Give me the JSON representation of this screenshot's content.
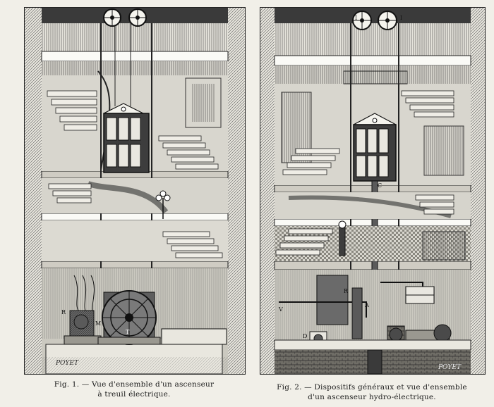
{
  "figures": [
    {
      "caption_line1": "Fig. 1. — Vue d'ensemble d'un ascenseur",
      "caption_line2": "à treuil électrique.",
      "signature": "POYET",
      "labels": {
        "r": "R",
        "m": "M",
        "t": "T"
      }
    },
    {
      "caption_line1": "Fig. 2. — Dispositifs généraux et vue d'ensemble",
      "caption_line2": "d'un ascenseur hydro-électrique.",
      "signature": "POYET",
      "labels": {
        "r": "R",
        "a": "A",
        "d": "D",
        "v": "V",
        "c": "C",
        "i1": "I",
        "i2": "I"
      }
    }
  ],
  "colors": {
    "ink": "#1c1c1c",
    "paper": "#f1efe8",
    "plate": "#e6e4dc"
  }
}
